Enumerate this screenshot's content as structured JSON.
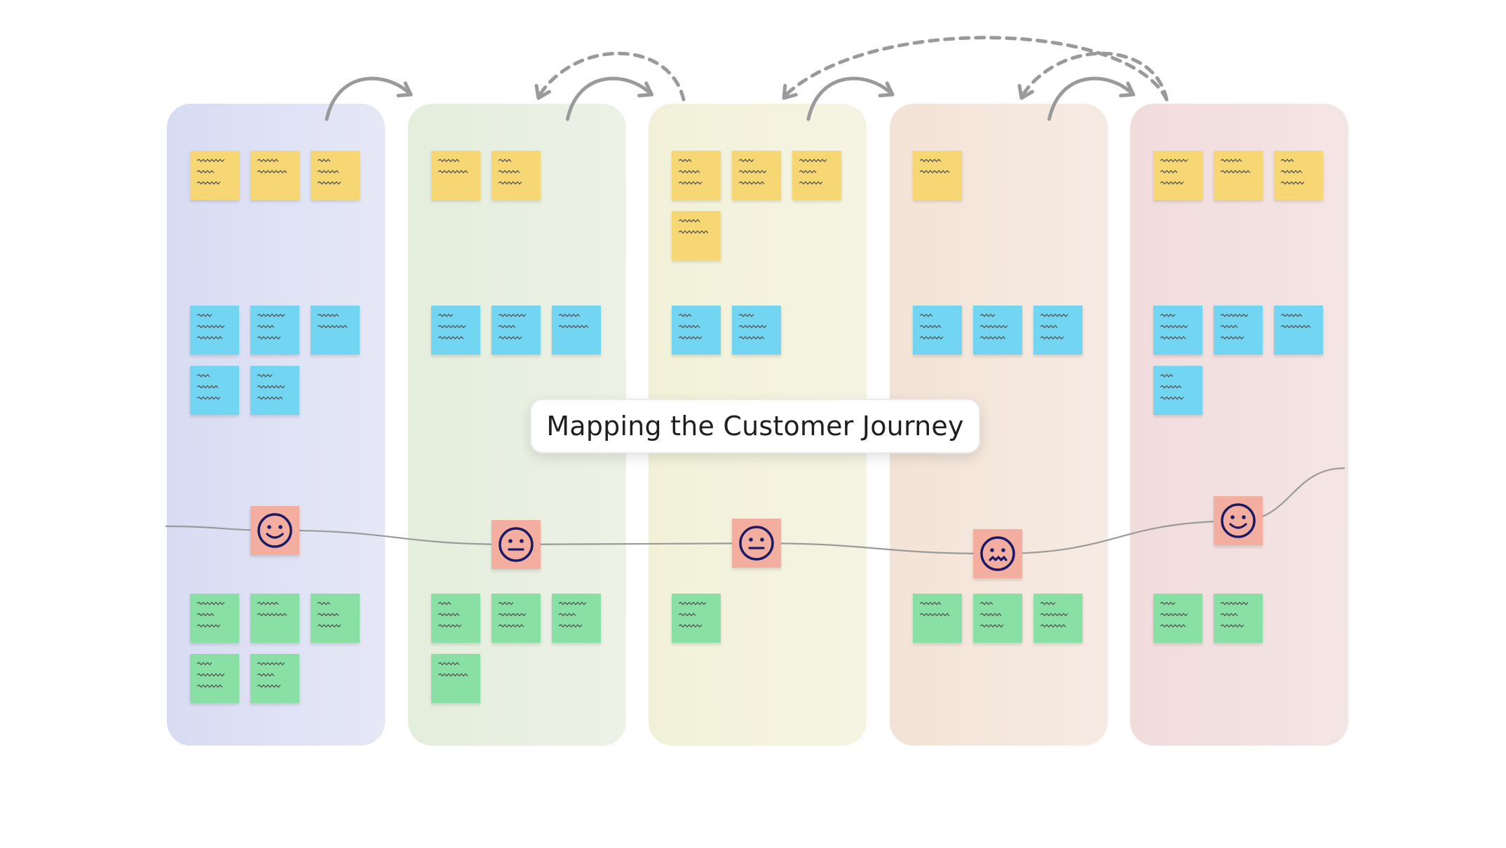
{
  "board": {
    "title": "Mapping the Customer Journey"
  },
  "colors": {
    "note_yellow": "#f7d774",
    "note_blue": "#72d6f2",
    "note_green": "#88e0a4",
    "emotion_tile": "#f4aea0",
    "emotion_face": "#1a1a66",
    "journey_line": "#9a9a9a",
    "transition_arrow": "#9a9a9a"
  },
  "columns": [
    {
      "bg_from": "#d8dcf3",
      "bg_to": "#e6e8f6",
      "notes": {
        "yellow": 3,
        "blue": 5,
        "green": 5
      },
      "emotion": "happy-face-icon"
    },
    {
      "bg_from": "#e4eedc",
      "bg_to": "#edf1e6",
      "notes": {
        "yellow": 2,
        "blue": 3,
        "green": 4
      },
      "emotion": "neutral-face-icon"
    },
    {
      "bg_from": "#f2f1d8",
      "bg_to": "#f5f4e3",
      "notes": {
        "yellow": 4,
        "blue": 2,
        "green": 1
      },
      "emotion": "neutral-face-icon"
    },
    {
      "bg_from": "#f3e3d6",
      "bg_to": "#f6ebe3",
      "notes": {
        "yellow": 1,
        "blue": 3,
        "green": 3
      },
      "emotion": "worried-face-icon"
    },
    {
      "bg_from": "#f1dcdc",
      "bg_to": "#f4e5e5",
      "notes": {
        "yellow": 3,
        "blue": 4,
        "green": 2
      },
      "emotion": "happy-face-icon"
    }
  ],
  "journey_levels": [
    0.61,
    0.84,
    0.82,
    0.99,
    0.46
  ],
  "transitions": {
    "forward": [
      "column-1-to-2",
      "column-2-to-3",
      "column-3-to-4",
      "column-4-to-5"
    ],
    "backward": [
      "column-3-to-2",
      "column-5-to-4",
      "column-5-to-3"
    ]
  }
}
